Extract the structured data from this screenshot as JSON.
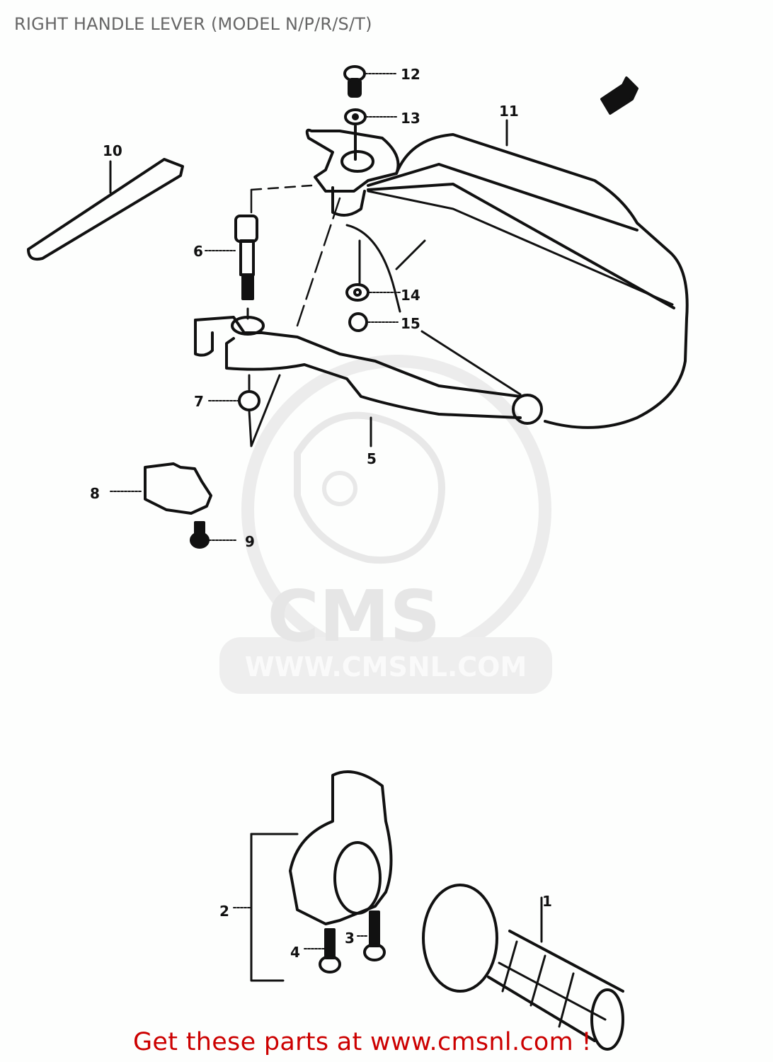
{
  "header": {
    "title": "RIGHT HANDLE LEVER (MODEL N/P/R/S/T)"
  },
  "footer": {
    "text": "Get these parts at www.cmsnl.com !",
    "color": "#cc0000"
  },
  "watermark": {
    "logo_text": "CMS",
    "url_text": "WWW.CMSNL.COM"
  },
  "callouts": [
    {
      "id": "1",
      "label": "1",
      "part": "grip"
    },
    {
      "id": "2",
      "label": "2",
      "part": "throttle housing"
    },
    {
      "id": "3",
      "label": "3",
      "part": "screw"
    },
    {
      "id": "4",
      "label": "4",
      "part": "screw"
    },
    {
      "id": "5",
      "label": "5",
      "part": "brake lever"
    },
    {
      "id": "6",
      "label": "6",
      "part": "lever bolt"
    },
    {
      "id": "7",
      "label": "7",
      "part": "nut"
    },
    {
      "id": "8",
      "label": "8",
      "part": "brake light switch"
    },
    {
      "id": "9",
      "label": "9",
      "part": "screw"
    },
    {
      "id": "10",
      "label": "10",
      "part": "cable"
    },
    {
      "id": "11",
      "label": "11",
      "part": "handguard"
    },
    {
      "id": "12",
      "label": "12",
      "part": "bolt"
    },
    {
      "id": "13",
      "label": "13",
      "part": "washer"
    },
    {
      "id": "14",
      "label": "14",
      "part": "washer"
    },
    {
      "id": "15",
      "label": "15",
      "part": "nut"
    }
  ]
}
